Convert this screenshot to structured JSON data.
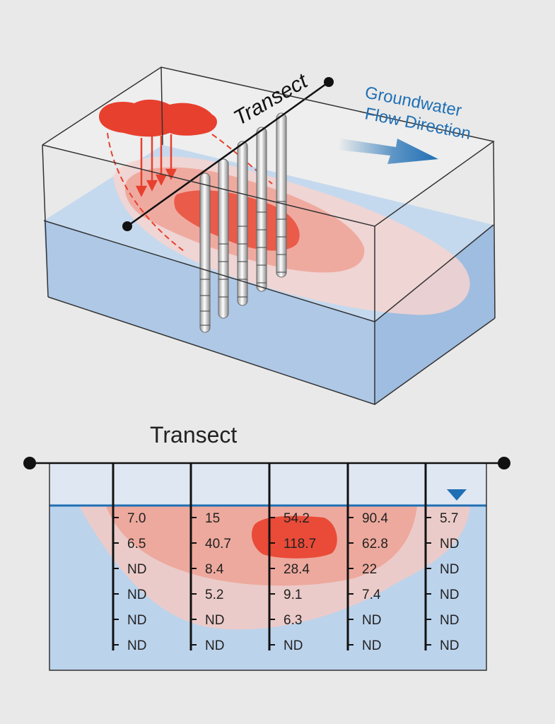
{
  "block_diagram": {
    "transect_label": "Transect",
    "flow_label_line1": "Groundwater",
    "flow_label_line2": "Flow Direction"
  },
  "transect_section": {
    "title": "Transect",
    "wells": [
      [
        "7.0",
        "6.5",
        "ND",
        "ND",
        "ND",
        "ND"
      ],
      [
        "15",
        "40.7",
        "8.4",
        "5.2",
        "ND",
        "ND"
      ],
      [
        "54.2",
        "118.7",
        "28.4",
        "9.1",
        "6.3",
        "ND"
      ],
      [
        "90.4",
        "62.8",
        "22",
        "7.4",
        "ND",
        "ND"
      ],
      [
        "5.7",
        "ND",
        "ND",
        "ND",
        "ND",
        "ND"
      ]
    ]
  },
  "colors": {
    "background": "#e9e9e9",
    "groundwater": "#bcd3ec",
    "vadose": "#dfe7f2",
    "water_table": "#1f6fb4",
    "plume_outer": "#f6d3cf",
    "plume_mid": "#ef9f92",
    "plume_core": "#e8402e",
    "source": "#e8402e",
    "flow_text": "#1f6fb4",
    "outline": "#333333"
  },
  "icons": {
    "water_table_marker": "down-triangle-icon",
    "flow_arrow": "arrow-right-icon",
    "transect_endpoint": "circle-dot-icon"
  }
}
